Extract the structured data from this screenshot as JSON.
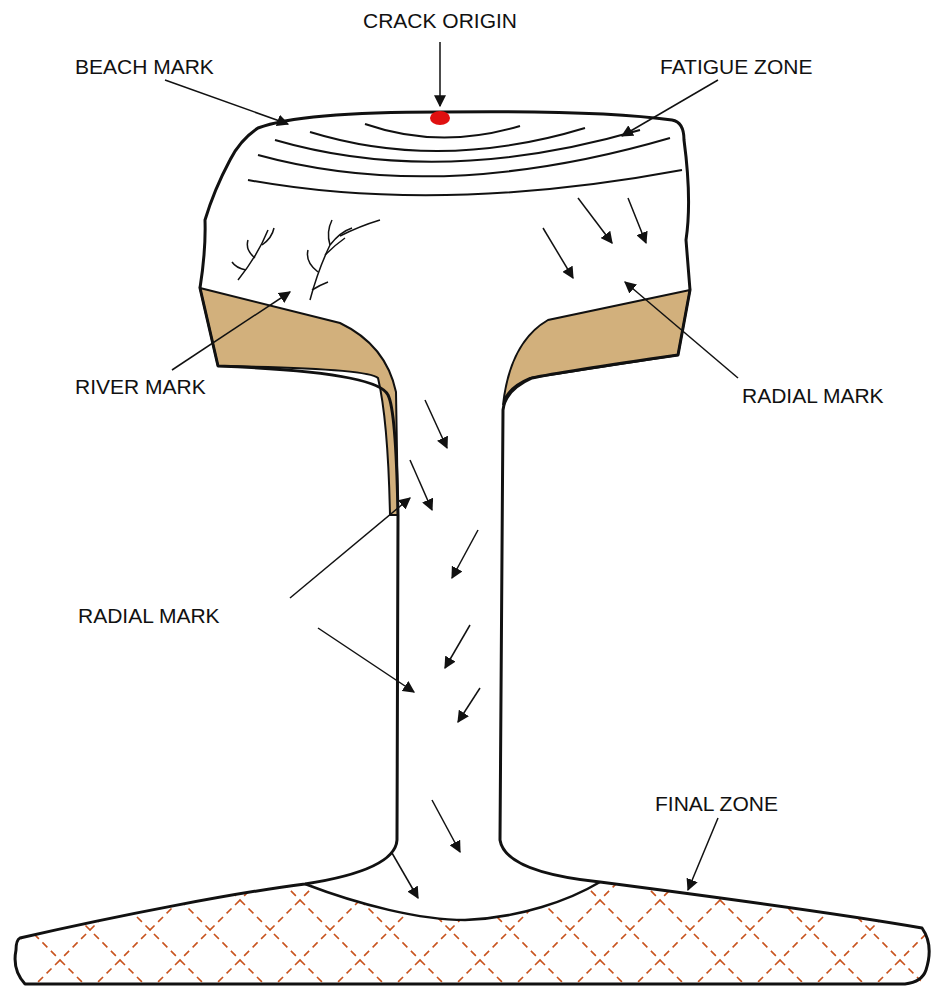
{
  "diagram": {
    "labels": [
      "CRACK ORIGIN",
      "BEACH MARK",
      "FATIGUE ZONE",
      "RIVER MARK",
      "RADIAL MARK",
      "RADIAL MARK",
      "FINAL ZONE"
    ]
  }
}
